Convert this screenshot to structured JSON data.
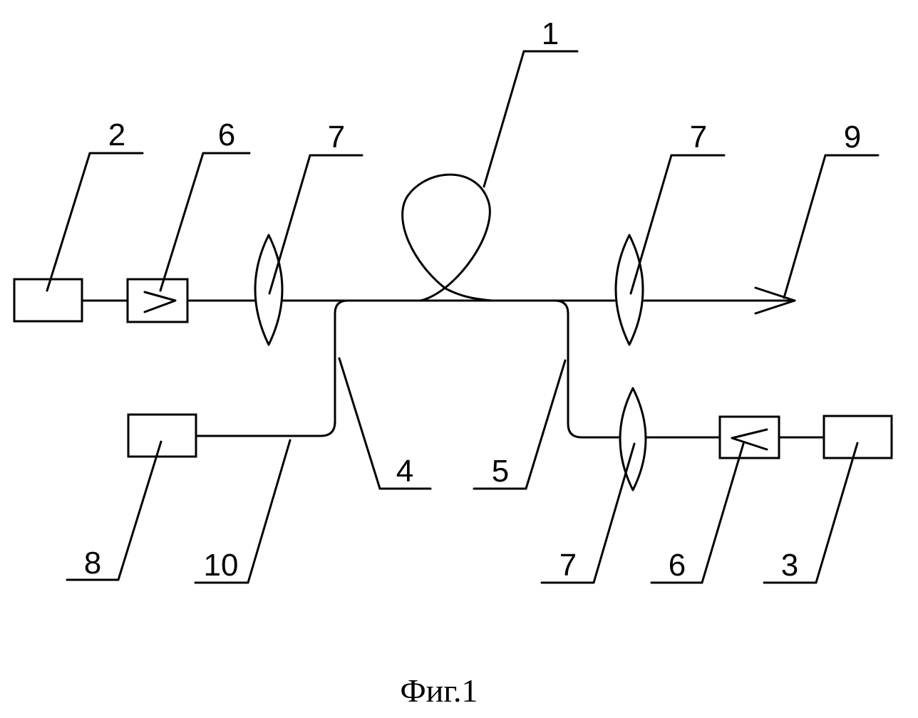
{
  "labels": {
    "l1": "1",
    "l2": "2",
    "l3": "3",
    "l4": "4",
    "l5": "5",
    "l6_top": "6",
    "l6_bottom": "6",
    "l7_left": "7",
    "l7_right": "7",
    "l7_bottom": "7",
    "l8": "8",
    "l9": "9",
    "l10": "10"
  },
  "caption": "Фиг.1"
}
